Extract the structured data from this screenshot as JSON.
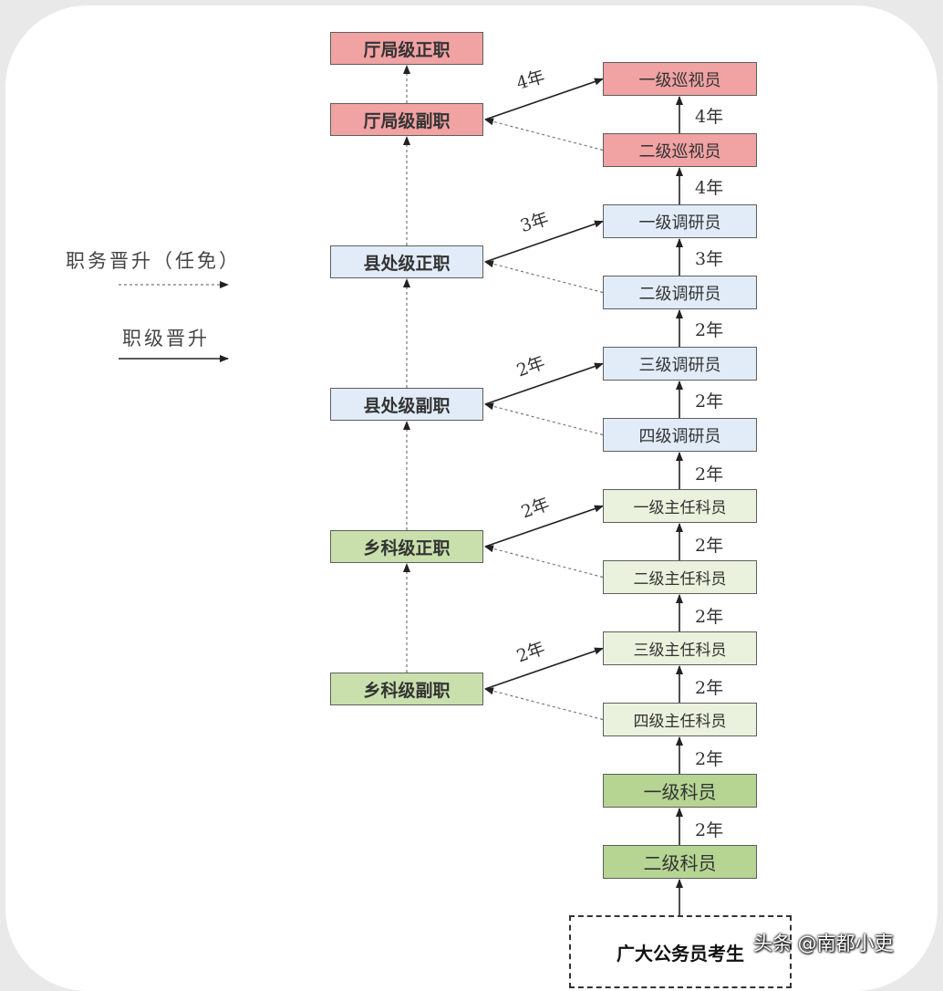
{
  "positions": [
    {
      "label": "厅局级正职",
      "tone": "red"
    },
    {
      "label": "厅局级副职",
      "tone": "red"
    },
    {
      "label": "县处级正职",
      "tone": "blue"
    },
    {
      "label": "县处级副职",
      "tone": "blue"
    },
    {
      "label": "乡科级正职",
      "tone": "green"
    },
    {
      "label": "乡科级副职",
      "tone": "green"
    }
  ],
  "ranks": [
    {
      "label": "一级巡视员",
      "tone": "red"
    },
    {
      "label": "二级巡视员",
      "tone": "red"
    },
    {
      "label": "一级调研员",
      "tone": "blue"
    },
    {
      "label": "二级调研员",
      "tone": "blue"
    },
    {
      "label": "三级调研员",
      "tone": "blue"
    },
    {
      "label": "四级调研员",
      "tone": "blue"
    },
    {
      "label": "一级主任科员",
      "tone": "lgreen"
    },
    {
      "label": "二级主任科员",
      "tone": "lgreen"
    },
    {
      "label": "三级主任科员",
      "tone": "lgreen"
    },
    {
      "label": "四级主任科员",
      "tone": "lgreen"
    },
    {
      "label": "一级科员",
      "tone": "dgreen"
    },
    {
      "label": "二级科员",
      "tone": "dgreen"
    }
  ],
  "rank_intervals": [
    "4年",
    "4年",
    "3年",
    "2年",
    "2年",
    "2年",
    "2年",
    "2年",
    "2年",
    "2年",
    "2年"
  ],
  "position_links": [
    "4年",
    "3年",
    "2年",
    "2年",
    "2年"
  ],
  "legend": {
    "duty_promotion": "职务晋升（任免）",
    "rank_promotion": "职级晋升"
  },
  "entrance": "广大公务员考生",
  "watermark": "头条 @南都小吏"
}
